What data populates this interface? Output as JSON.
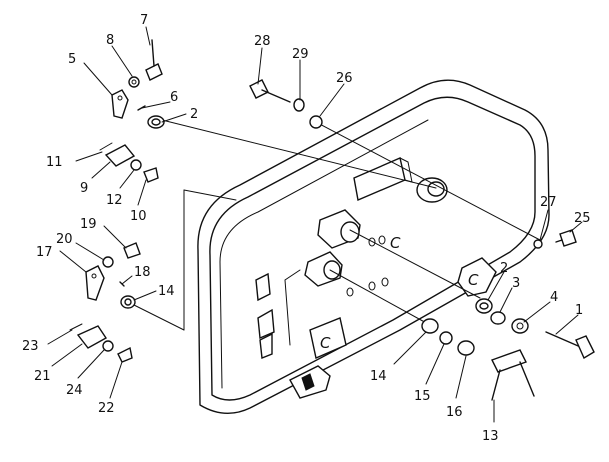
{
  "callouts": [
    {
      "id": "1",
      "label": "1"
    },
    {
      "id": "2",
      "label": "2"
    },
    {
      "id": "2b",
      "label": "2"
    },
    {
      "id": "3",
      "label": "3"
    },
    {
      "id": "4",
      "label": "4"
    },
    {
      "id": "5",
      "label": "5"
    },
    {
      "id": "6",
      "label": "6"
    },
    {
      "id": "7",
      "label": "7"
    },
    {
      "id": "8",
      "label": "8"
    },
    {
      "id": "9",
      "label": "9"
    },
    {
      "id": "10",
      "label": "10"
    },
    {
      "id": "11",
      "label": "11"
    },
    {
      "id": "12",
      "label": "12"
    },
    {
      "id": "13",
      "label": "13"
    },
    {
      "id": "14",
      "label": "14"
    },
    {
      "id": "14b",
      "label": "14"
    },
    {
      "id": "15",
      "label": "15"
    },
    {
      "id": "16",
      "label": "16"
    },
    {
      "id": "17",
      "label": "17"
    },
    {
      "id": "18",
      "label": "18"
    },
    {
      "id": "19",
      "label": "19"
    },
    {
      "id": "20",
      "label": "20"
    },
    {
      "id": "21",
      "label": "21"
    },
    {
      "id": "22",
      "label": "22"
    },
    {
      "id": "23",
      "label": "23"
    },
    {
      "id": "24",
      "label": "24"
    },
    {
      "id": "25",
      "label": "25"
    },
    {
      "id": "26",
      "label": "26"
    },
    {
      "id": "27",
      "label": "27"
    },
    {
      "id": "28",
      "label": "28"
    },
    {
      "id": "29",
      "label": "29"
    }
  ],
  "panel_marks": [
    "C",
    "C",
    "C"
  ]
}
